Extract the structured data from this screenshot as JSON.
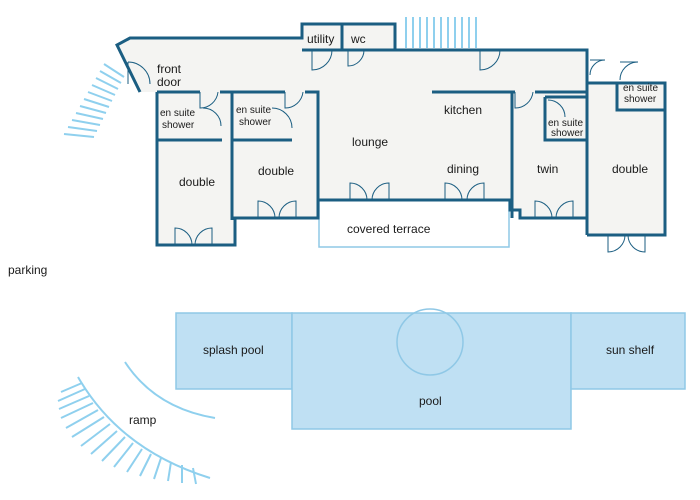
{
  "rooms": {
    "front_door": [
      "front",
      "door"
    ],
    "utility": "utility",
    "wc": "wc",
    "kitchen": "kitchen",
    "lounge": "lounge",
    "dining": "dining",
    "twin": "twin",
    "double_1": "double",
    "double_2": "double",
    "double_3": "double",
    "en_suite_1": [
      "en suite",
      "shower"
    ],
    "en_suite_2": [
      "en suite",
      "shower"
    ],
    "en_suite_3": [
      "en suite",
      "shower"
    ],
    "en_suite_4": [
      "en suite",
      "shower"
    ],
    "covered_terrace": "covered terrace"
  },
  "outdoor": {
    "parking": "parking",
    "splash_pool": "splash pool",
    "pool": "pool",
    "sun_shelf": "sun shelf",
    "ramp": "ramp"
  },
  "colors": {
    "wall": "#1b5e82",
    "floor": "#f4f4f2",
    "water": "#bfe0f3",
    "water_edge": "#8fc8e6",
    "steps": "#8fd0ee"
  }
}
